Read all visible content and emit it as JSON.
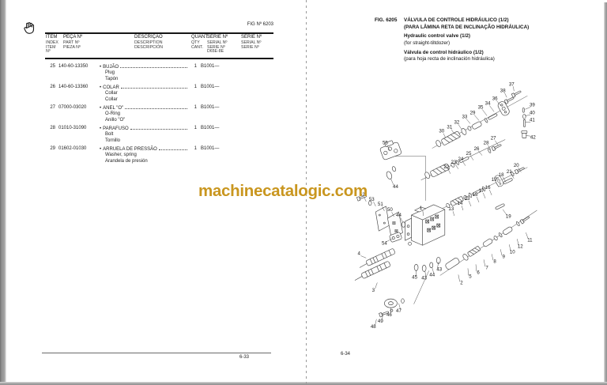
{
  "watermark": {
    "text": "machinecatalogic.com",
    "color": "#c9961f"
  },
  "left_page": {
    "fig_ref": "FIG Nº 6203",
    "page_number": "6-33",
    "table": {
      "bullet": "•",
      "headers": {
        "item": [
          "ITEM",
          "INDEX",
          "ITEM",
          "Nº"
        ],
        "part": [
          "PEÇA Nº",
          "PART Nº",
          "PIEZA Nº"
        ],
        "description": [
          "DESCRIÇÃO",
          "DESCRIPTION",
          "DESCRIPCIÓN"
        ],
        "qty": [
          "QUANT.",
          "QTY",
          "CANT."
        ],
        "serial1": [
          "SÉRIE Nº",
          "SERIAL Nº",
          "SERIE Nº",
          "D65E-8E"
        ],
        "serial2": [
          "SÉRIE Nº",
          "SERIAL Nº",
          "SERIE Nº"
        ]
      },
      "rows": [
        {
          "item": "25",
          "part": "140-60-13350",
          "desc": "BUJÃO",
          "en": "Plug",
          "es": "Tapón",
          "qty": "1",
          "serial": "B1001—"
        },
        {
          "item": "26",
          "part": "140-60-13360",
          "desc": "COLAR",
          "en": "Collar",
          "es": "Collar",
          "qty": "1",
          "serial": "B1001—"
        },
        {
          "item": "27",
          "part": "07000-03020",
          "desc": "ANEL \"O\"",
          "en": "O-Ring",
          "es": "Anillo \"O\"",
          "qty": "1",
          "serial": "B1001—"
        },
        {
          "item": "28",
          "part": "01010-31090",
          "desc": "PARAFUSO",
          "en": "Bolt",
          "es": "Tornillo",
          "qty": "1",
          "serial": "B1001—"
        },
        {
          "item": "29",
          "part": "01602-01030",
          "desc": "ARRUELA DE PRESSÃO",
          "en": "Washer, spring",
          "es": "Arandela de presión",
          "qty": "1",
          "serial": "B1001—"
        }
      ]
    }
  },
  "right_page": {
    "fig_label": "FIG. 6205",
    "title_lines": [
      "VÁLVULA DE CONTROLE HIDRÁULICO (1/2)",
      "(PARA LÂMINA RETA DE INCLINAÇÃO HIDRÁULICA)",
      "Hydraulic control valve (1/2)",
      "(for straight-tiltdozer)",
      "Válvula de control hidráulico (1/2)",
      "(para hoja recta de inclinación hidráulica)"
    ],
    "page_number": "6-34",
    "diagram": {
      "subject": "hydraulic-control-valve-exploded-view",
      "callouts": [
        [
          "37",
          218,
          21,
          3,
          9
        ],
        [
          "38",
          207,
          29,
          5,
          9
        ],
        [
          "36",
          197,
          39,
          8,
          10
        ],
        [
          "34",
          188,
          45,
          8,
          11
        ],
        [
          "35",
          179,
          50,
          8,
          11
        ],
        [
          "29",
          169,
          57,
          8,
          10
        ],
        [
          "33",
          159,
          62,
          7,
          9
        ],
        [
          "32",
          149,
          69,
          6,
          9
        ],
        [
          "31",
          140,
          75,
          6,
          9
        ],
        [
          "30",
          130,
          80,
          5,
          9
        ],
        [
          "39",
          244,
          47,
          -9,
          6
        ],
        [
          "40",
          244,
          57,
          -9,
          4
        ],
        [
          "41",
          244,
          66,
          -9,
          3
        ],
        [
          "42",
          245,
          88,
          -9,
          -2
        ],
        [
          "27",
          195,
          89,
          6,
          9
        ],
        [
          "28",
          186,
          95,
          6,
          9
        ],
        [
          "26",
          174,
          102,
          7,
          9
        ],
        [
          "25",
          164,
          108,
          6,
          9
        ],
        [
          "24",
          154,
          115,
          6,
          9
        ],
        [
          "23",
          145,
          119,
          6,
          9
        ],
        [
          "22",
          136,
          125,
          5,
          9
        ],
        [
          "20",
          224,
          123,
          6,
          9
        ],
        [
          "21",
          215,
          131,
          6,
          9
        ],
        [
          "18",
          205,
          135,
          6,
          10
        ],
        [
          "19",
          196,
          141,
          6,
          10
        ],
        [
          "16",
          188,
          151,
          5,
          10
        ],
        [
          "17",
          180,
          155,
          5,
          10
        ],
        [
          "15",
          172,
          160,
          5,
          10
        ],
        [
          "13",
          162,
          165,
          5,
          10
        ],
        [
          "55",
          59,
          95,
          6,
          10
        ],
        [
          "44",
          72,
          150,
          -6,
          -10
        ],
        [
          "52",
          30,
          160,
          5,
          9
        ],
        [
          "53",
          42,
          166,
          5,
          9
        ],
        [
          "51",
          53,
          172,
          5,
          9
        ],
        [
          "50",
          65,
          179,
          5,
          9
        ],
        [
          "44",
          76,
          186,
          5,
          9
        ],
        [
          "1",
          104,
          177,
          3,
          10
        ],
        [
          "13",
          142,
          178,
          4,
          9
        ],
        [
          "14",
          153,
          171,
          4,
          9
        ],
        [
          "19",
          214,
          187,
          -7,
          -8
        ],
        [
          "54",
          58,
          221,
          9,
          -5
        ],
        [
          "4",
          26,
          234,
          9,
          6
        ],
        [
          "3",
          44,
          280,
          5,
          -9
        ],
        [
          "45",
          96,
          264,
          2,
          -9
        ],
        [
          "43",
          108,
          265,
          1,
          -9
        ],
        [
          "44",
          118,
          261,
          0,
          -9
        ],
        [
          "43",
          127,
          254,
          -1,
          -9
        ],
        [
          "2",
          155,
          271,
          -4,
          -10
        ],
        [
          "5",
          166,
          263,
          -3,
          -10
        ],
        [
          "6",
          176,
          258,
          -3,
          -10
        ],
        [
          "7",
          187,
          252,
          -4,
          -10
        ],
        [
          "8",
          197,
          244,
          -4,
          -9
        ],
        [
          "9",
          208,
          238,
          -4,
          -9
        ],
        [
          "10",
          219,
          232,
          -4,
          -9
        ],
        [
          "12",
          229,
          225,
          -4,
          -9
        ],
        [
          "11",
          241,
          217,
          -5,
          -9
        ],
        [
          "46",
          64,
          311,
          2,
          -9
        ],
        [
          "47",
          76,
          306,
          0,
          -9
        ],
        [
          "49",
          53,
          319,
          3,
          -9
        ],
        [
          "48",
          44,
          326,
          4,
          -9
        ]
      ]
    }
  }
}
